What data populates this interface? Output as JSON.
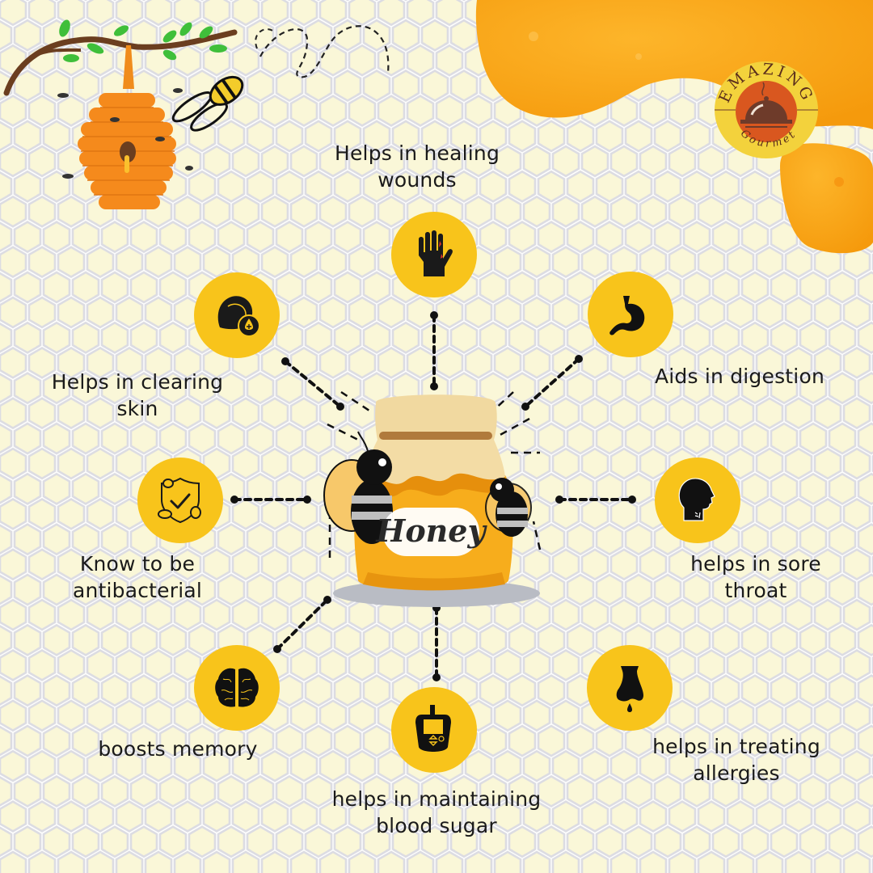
{
  "brand": {
    "name_top": "EMAZING",
    "name_bottom": "Gourmet",
    "colors": {
      "ring": "#f3d23c",
      "center": "#d9571f",
      "cloche": "#6e3b2a"
    }
  },
  "center": {
    "jar_label": "Honey",
    "colors": {
      "jar": "#f7ad1c",
      "lid": "#f3dca5",
      "bee_black": "#1a1a1a"
    }
  },
  "benefits": [
    {
      "id": "healing-wounds",
      "icon": "hand-icon",
      "lines": [
        "Helps in healing",
        "wounds"
      ]
    },
    {
      "id": "clearing-skin",
      "icon": "face-skin-drop-icon",
      "lines": [
        "Helps in clearing",
        "skin"
      ]
    },
    {
      "id": "digestion",
      "icon": "stomach-icon",
      "lines": [
        "Aids in digestion"
      ]
    },
    {
      "id": "antibacterial",
      "icon": "shield-bacteria-icon",
      "lines": [
        "Know to be",
        "antibacterial"
      ]
    },
    {
      "id": "sore-throat",
      "icon": "head-throat-icon",
      "lines": [
        "helps in sore",
        "throat"
      ]
    },
    {
      "id": "memory",
      "icon": "brain-icon",
      "lines": [
        "boosts memory"
      ]
    },
    {
      "id": "blood-sugar",
      "icon": "glucometer-icon",
      "lines": [
        "helps in maintaining",
        "blood sugar"
      ]
    },
    {
      "id": "allergies",
      "icon": "nose-drip-icon",
      "lines": [
        "helps in treating",
        "allergies"
      ]
    }
  ],
  "theme": {
    "icon_circle": "#f8c41b",
    "honey_splash": "#fba918",
    "text": "#1a1a1a",
    "hex_fill": "#faf7d6",
    "hex_stroke": "#dcdce0"
  }
}
